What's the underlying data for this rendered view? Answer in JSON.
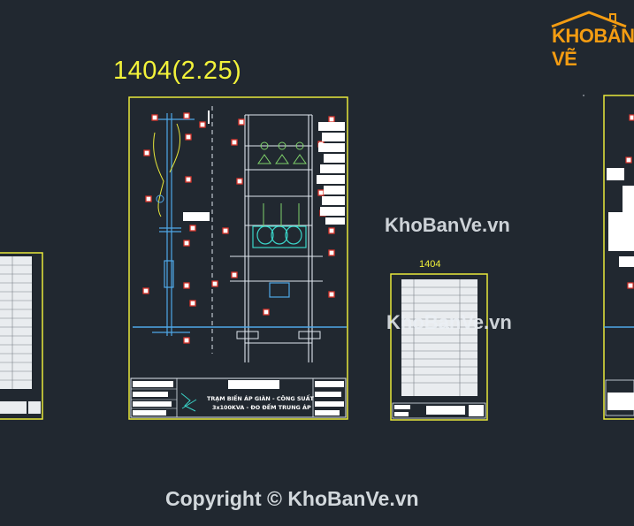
{
  "logo": {
    "text_a": "KHO",
    "text_b": "BẢN VẼ"
  },
  "drawing": {
    "main_title": "1404(2.25)",
    "table_label": "1404",
    "title_block_line1": "TRẠM BIẾN ÁP GIÀN - CÔNG SUẤT",
    "title_block_line2": "3x100KVA - ĐO ĐẾM TRUNG ÁP"
  },
  "watermarks": {
    "wm1": "KhoBanVe.vn",
    "wm2": "KhoBanVe.vn"
  },
  "footer": {
    "copyright": "Copyright © KhoBanVe.vn"
  },
  "colors": {
    "background": "#212830",
    "frame": "#e8e83a",
    "accent_text": "#f2f23a",
    "logo_orange": "#f39c12"
  }
}
